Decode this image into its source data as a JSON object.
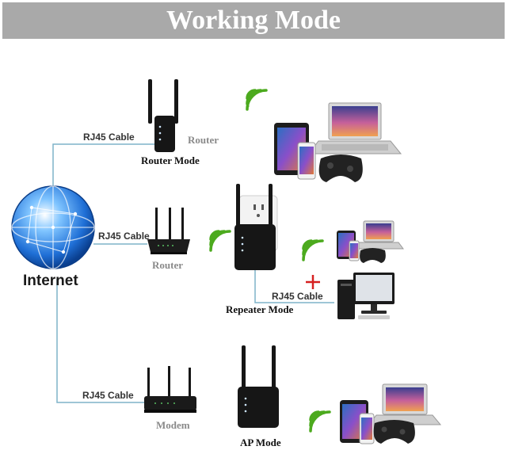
{
  "title": "Working Mode",
  "internet_label": "Internet",
  "cable_label": "RJ45 Cable",
  "rows": [
    {
      "mode_label": "Router Mode",
      "device_label": "Router"
    },
    {
      "mode_label": "Repeater Mode",
      "device_label": "Router"
    },
    {
      "mode_label": "AP Mode",
      "device_label": "Modem"
    }
  ],
  "colors": {
    "header_bg": "#a9a9a9",
    "cable_line": "#7fb3c9",
    "wifi_green": "#4caa1e",
    "plus_red": "#d62020",
    "device_black": "#161616"
  }
}
